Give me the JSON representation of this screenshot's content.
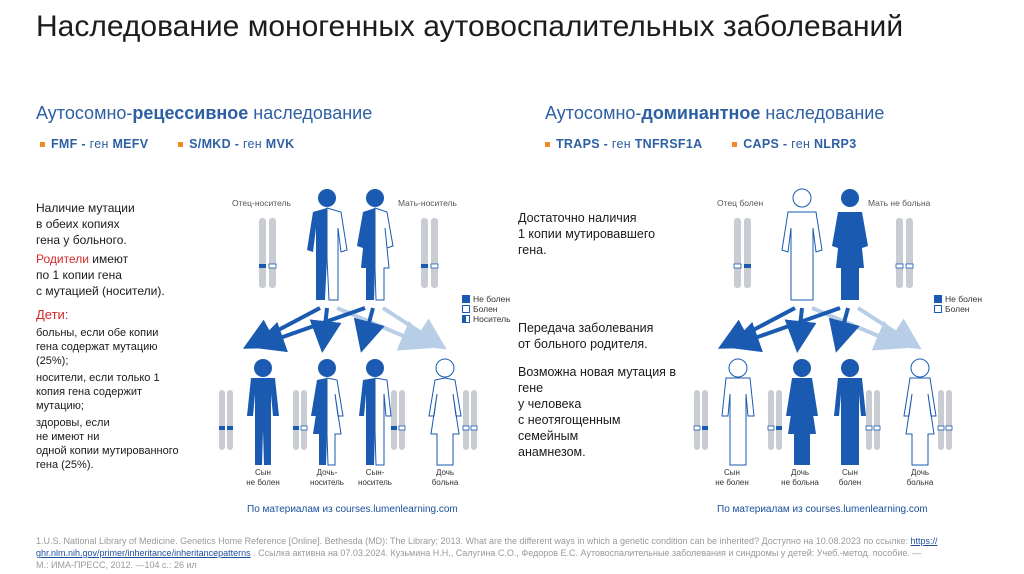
{
  "title": "Наследование моногенных аутовоспалительных заболеваний",
  "left": {
    "heading_pre": "Аутосомно-",
    "heading_bold": "рецессивное",
    "heading_post": " наследование",
    "genes": [
      {
        "disease": "FMF",
        "sep": " - ",
        "gene_lbl": "ген",
        "gene": "MEFV"
      },
      {
        "disease": "S/MKD",
        "sep": " - ",
        "gene_lbl": "ген",
        "gene": "MVK"
      }
    ],
    "text1": [
      "Наличие мутации",
      "в обеих копиях",
      "гена у больного."
    ],
    "text2_red": "Родители",
    "text2_rest": " имеют",
    "text2_lines": [
      "по 1 копии гена",
      "с мутацией (носители)."
    ],
    "children_title": "Дети:",
    "children_lines": [
      "больны, если обе копии",
      "гена содержат мутацию",
      "(25%);",
      "носители, если только 1",
      "копия гена содержит",
      "мутацию;",
      "здоровы, если",
      "не имеют ни",
      "одной копии мутированного",
      "гена (25%)."
    ],
    "father_label": "Отец-носитель",
    "mother_label": "Мать-носитель",
    "legend": [
      "Не болен",
      "Болен",
      "Носитель"
    ],
    "child_labels": [
      [
        "Сын",
        "не болен"
      ],
      [
        "Дочь-",
        "носитель"
      ],
      [
        "Сын-",
        "носитель"
      ],
      [
        "Дочь",
        "больна"
      ]
    ],
    "source_pre": "По материалам из ",
    "source_url": "courses.lumenlearning.com"
  },
  "right": {
    "heading_pre": "Аутосомно-",
    "heading_bold": "доминантное",
    "heading_post": " наследование",
    "genes": [
      {
        "disease": "TRAPS",
        "sep": " - ",
        "gene_lbl": "ген",
        "gene": "TNFRSF1A"
      },
      {
        "disease": "CAPS",
        "sep": " - ",
        "gene_lbl": "ген",
        "gene": "NLRP3"
      }
    ],
    "text1": [
      "Достаточно наличия",
      "1 копии мутировавшего",
      "гена."
    ],
    "text2": [
      "Передача заболевания",
      "от больного родителя."
    ],
    "text3": [
      "Возможна новая мутация в",
      "гене",
      "у человека",
      "с неотягощенным",
      "семейным",
      "анамнезом."
    ],
    "father_label": "Отец болен",
    "mother_label": "Мать не больна",
    "legend": [
      "Не болен",
      "Болен"
    ],
    "child_labels": [
      [
        "Сын",
        "не болен"
      ],
      [
        "Дочь",
        "не больна"
      ],
      [
        "Сын",
        "болен"
      ],
      [
        "Дочь",
        "больна"
      ]
    ],
    "source_pre": "По материалам из ",
    "source_url": "courses.lumenlearning.com"
  },
  "footnote": {
    "part1": "1.U.S. National Library of Medicine. Genetics Home Reference [Online]. Bethesda (MD): The Library; 2013. What are the different ways in which a genetic condition can be inherited? Доступно на 10.08.2023 по ссылке: ",
    "link1": "https://",
    "link2": "ghr.nlm.nih.gov/primer/inheritance/inheritancepatterns",
    "part2": " . Ссылка активна на 07.03.2024. Кузьмина Н.Н., Салугина С.О., Федоров Е.С. Аутовоспалительные заболевания и синдромы у детей: Учеб.-метод. пособие. —",
    "part3": "М.: ИМА-ПРЕСС, 2012. —104 с.: 26 ил"
  },
  "colors": {
    "dark_blue": "#1a5ab0",
    "light_fill": "#ffffff",
    "accent_orange": "#f08a24",
    "heading_blue": "#2d5fa3",
    "red": "#d12a2a"
  }
}
